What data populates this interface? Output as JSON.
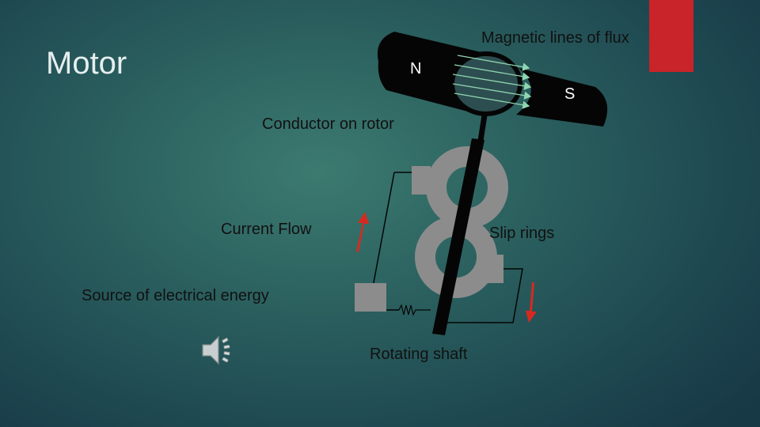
{
  "slide": {
    "title": "Motor",
    "accent_color": "#c8242a"
  },
  "labels": {
    "magnetic_flux": "Magnetic lines of flux",
    "north_pole": "N",
    "south_pole": "S",
    "conductor": "Conductor on rotor",
    "current_flow": "Current Flow",
    "slip_rings": "Slip rings",
    "source": "Source of electrical energy",
    "rotating_shaft": "Rotating shaft"
  },
  "icons": {
    "audio": "speaker-icon"
  },
  "colors": {
    "arrow": "#d62a20",
    "ring": "#8c8c8c",
    "magnet": "#050505",
    "flux_line": "#8fd6b0"
  }
}
